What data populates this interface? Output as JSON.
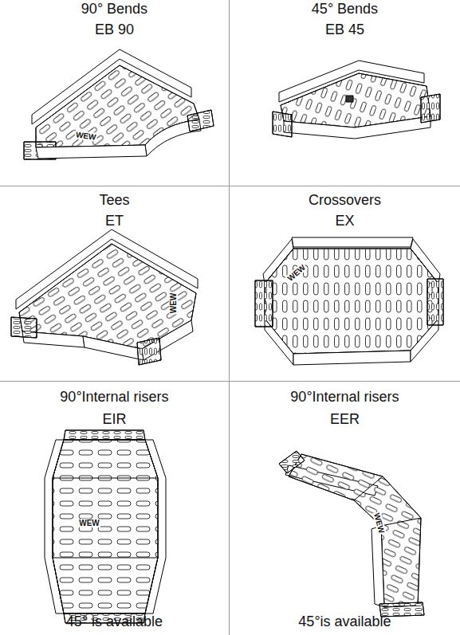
{
  "diagram": {
    "nodes": [
      {
        "text": [
          "90° Bends",
          "EB 90"
        ]
      },
      {
        "text": [
          "45° Bends",
          "EB 45"
        ]
      },
      {
        "text": [
          "Tees",
          "ET"
        ]
      },
      {
        "text": [
          "Crossovers",
          "EX"
        ]
      },
      {
        "text": [
          "90°Internal risers",
          "EIR",
          "45° is available"
        ]
      },
      {
        "text": [
          "90°Internal risers",
          "EER",
          "45°is available"
        ]
      }
    ],
    "labels": [
      "WEW",
      "WEW",
      "WEW",
      "WEW",
      "WEW"
    ]
  }
}
